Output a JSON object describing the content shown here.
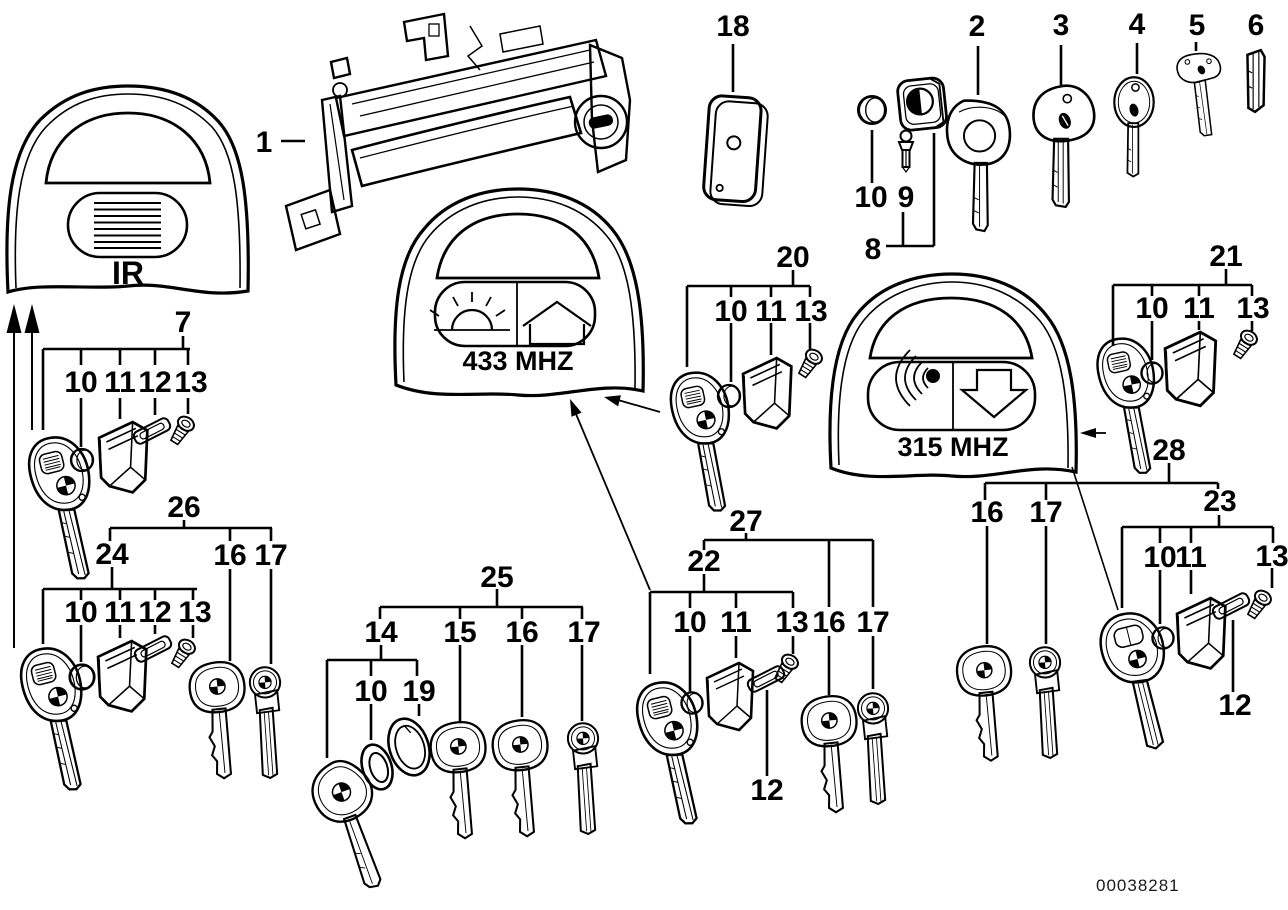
{
  "drawing": {
    "watermark": "00038281",
    "type": "parts-diagram",
    "subject": "door handle, lock cylinder, keys and remote control transmitters"
  },
  "receivers": {
    "ir": {
      "label": "IR",
      "icons": [
        "grille-lines"
      ]
    },
    "mhz433": {
      "label": "433 MHZ",
      "icons": [
        "sun-icon",
        "house-icon"
      ]
    },
    "mhz315": {
      "label": "315 MHZ",
      "icons": [
        "radio-waves-icon",
        "down-arrow-icon"
      ]
    }
  },
  "nums": {
    "1": "1",
    "2": "2",
    "3": "3",
    "4": "4",
    "5": "5",
    "6": "6",
    "7": "7",
    "8": "8",
    "9": "9",
    "10": "10",
    "11": "11",
    "12": "12",
    "13": "13",
    "14": "14",
    "15": "15",
    "16": "16",
    "17": "17",
    "18": "18",
    "19": "19",
    "20": "20",
    "21": "21",
    "22": "22",
    "23": "23",
    "24": "24",
    "25": "25",
    "26": "26",
    "27": "27",
    "28": "28"
  },
  "part_groups": [
    {
      "group": "7",
      "children": [
        "10",
        "11",
        "12",
        "13"
      ]
    },
    {
      "group": "8",
      "children": [
        "9",
        "10"
      ]
    },
    {
      "group": "20",
      "children": [
        "10",
        "11",
        "13"
      ]
    },
    {
      "group": "21",
      "children": [
        "10",
        "11",
        "13"
      ]
    },
    {
      "group": "22",
      "children": [
        "10",
        "11",
        "13"
      ]
    },
    {
      "group": "23",
      "children": [
        "10",
        "11",
        "12",
        "13"
      ]
    },
    {
      "group": "24",
      "children": [
        "10",
        "11",
        "12",
        "13"
      ]
    },
    {
      "group": "14",
      "children": [
        "10",
        "19"
      ]
    },
    {
      "group": "25",
      "children": [
        "14",
        "15",
        "16",
        "17"
      ]
    },
    {
      "group": "26",
      "children": [
        "24",
        "16",
        "17"
      ]
    },
    {
      "group": "27",
      "children": [
        "22",
        "16",
        "17"
      ]
    },
    {
      "group": "28",
      "children": [
        "16",
        "17",
        "23"
      ]
    }
  ],
  "standalone_parts": [
    "1",
    "2",
    "3",
    "4",
    "5",
    "6",
    "18"
  ]
}
